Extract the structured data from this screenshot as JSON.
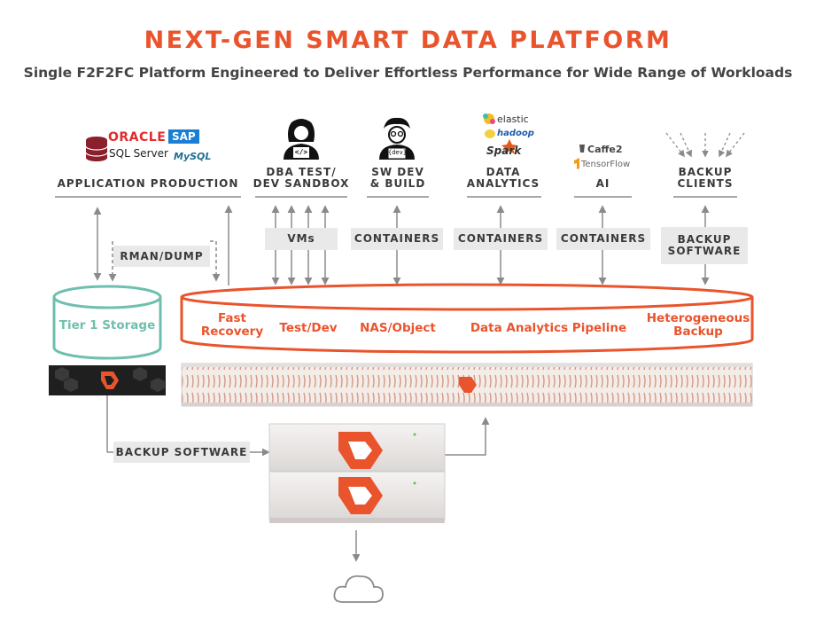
{
  "header": {
    "title": "NEXT-GEN SMART DATA PLATFORM",
    "subtitle": "Single F2F2FC Platform Engineered to Deliver Effortless Performance for Wide Range of Workloads"
  },
  "colors": {
    "accent": "#e9542d",
    "teal": "#6fbfae",
    "gray": "#8a8a8a",
    "box": "#e9e9e9"
  },
  "logos": {
    "oracle": "ORACLE",
    "sap": "SAP",
    "sqlserver": "SQL Server",
    "mysql": "MySQL",
    "elastic": "elastic",
    "hadoop": "hadoop",
    "spark": "Spark",
    "caffe": "Caffe2",
    "tensorflow": "TensorFlow",
    "dev_tag": "{dev}",
    "code_tag": "</>"
  },
  "workloads": {
    "app_production": "APPLICATION PRODUCTION",
    "dba_line1": "DBA TEST/",
    "dba_line2": "DEV SANDBOX",
    "swdev_line1": "SW DEV",
    "swdev_line2": "& BUILD",
    "data_line1": "DATA",
    "data_line2": "ANALYTICS",
    "ai": "AI",
    "backup_line1": "BACKUP",
    "backup_line2": "CLIENTS"
  },
  "boxes": {
    "rman": "RMAN/DUMP",
    "vms": "VMs",
    "containers1": "CONTAINERS",
    "containers2": "CONTAINERS",
    "containers3": "CONTAINERS",
    "backup_sw_line1": "BACKUP",
    "backup_sw_line2": "SOFTWARE",
    "backup_software": "BACKUP SOFTWARE"
  },
  "storage": {
    "tier1": "Tier 1 Storage",
    "fast_line1": "Fast",
    "fast_line2": "Recovery",
    "testdev": "Test/Dev",
    "nas": "NAS/Object",
    "pipeline": "Data Analytics Pipeline",
    "hetero_line1": "Heterogeneous",
    "hetero_line2": "Backup"
  }
}
